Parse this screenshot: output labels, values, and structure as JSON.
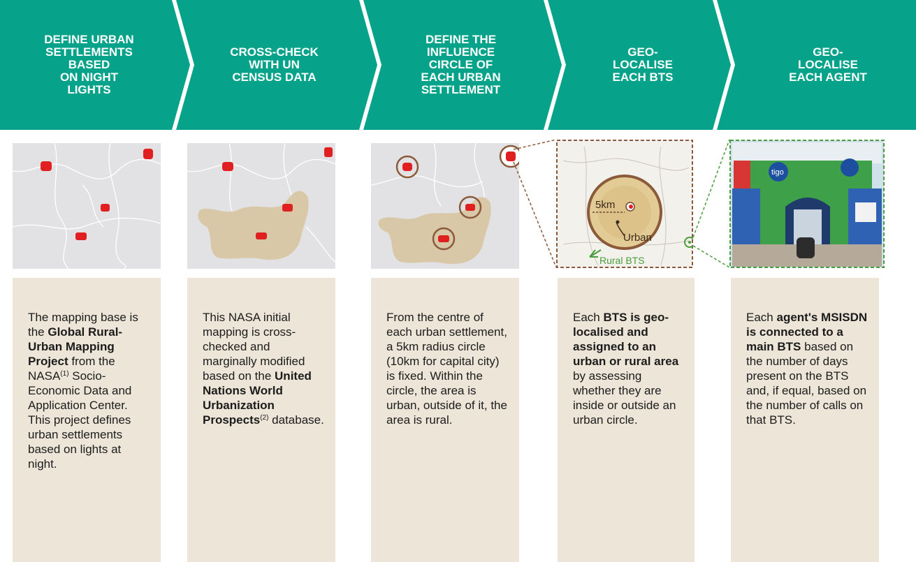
{
  "colors": {
    "teal": "#06a38a",
    "card_bg": "#ece5d8",
    "map_bg": "#e2e1e4",
    "settlement_red": "#e02020",
    "area_tan": "#d8c8a8",
    "ring_brown": "#8b5a3a",
    "rural_green": "#4a9d3c"
  },
  "steps": [
    {
      "title": "DEFINE URBAN\nSETTLEMENTS\nBASED\nON NIGHT\nLIGHTS",
      "icon": "night-lights-map"
    },
    {
      "title": "CROSS-CHECK\nWITH UN\nCENSUS DATA",
      "icon": "census-overlay-map"
    },
    {
      "title": "DEFINE THE\nINFLUENCE\nCIRCLE OF\nEACH URBAN\nSETTLEMENT",
      "icon": "influence-circle-map"
    },
    {
      "title": "GEO-\nLOCALISE\nEACH BTS",
      "icon": "bts-zoom-map"
    },
    {
      "title": "GEO-\nLOCALISE\nEACH AGENT",
      "icon": "agent-shop-photo"
    }
  ],
  "map_labels": {
    "radius": "5km",
    "urban": "Urban",
    "rural_bts": "Rural BTS",
    "shop_sign": "tigo"
  },
  "cards": [
    {
      "p1": "The mapping base is the ",
      "b1": "Global Rural-Urban Mapping Project",
      "p2": " from the NASA",
      "sup1": "(1)",
      "p3": " Socio-Economic Data and Application Center. This project defines urban settlements based on lights at night."
    },
    {
      "p1": "This NASA initial mapping is cross-checked and marginally modified based on the ",
      "b1": "United Nations World Urbanization Prospects",
      "sup1": "(2)",
      "p2": " database."
    },
    {
      "p1": "From the centre of each urban settlement, a 5km radius circle (10km for capital city) is fixed. Within the circle, the area is urban, outside of it, the area is rural."
    },
    {
      "p1": "Each ",
      "b1": "BTS is geo-localised and assigned to an urban or rural area",
      "p2": " by assessing whether they are inside or outside an urban circle."
    },
    {
      "p1": "Each ",
      "b1": "agent's MSISDN is connected to a main BTS",
      "p2": " based on the number of days present on the BTS and, if equal, based on the number of calls on that BTS."
    }
  ]
}
